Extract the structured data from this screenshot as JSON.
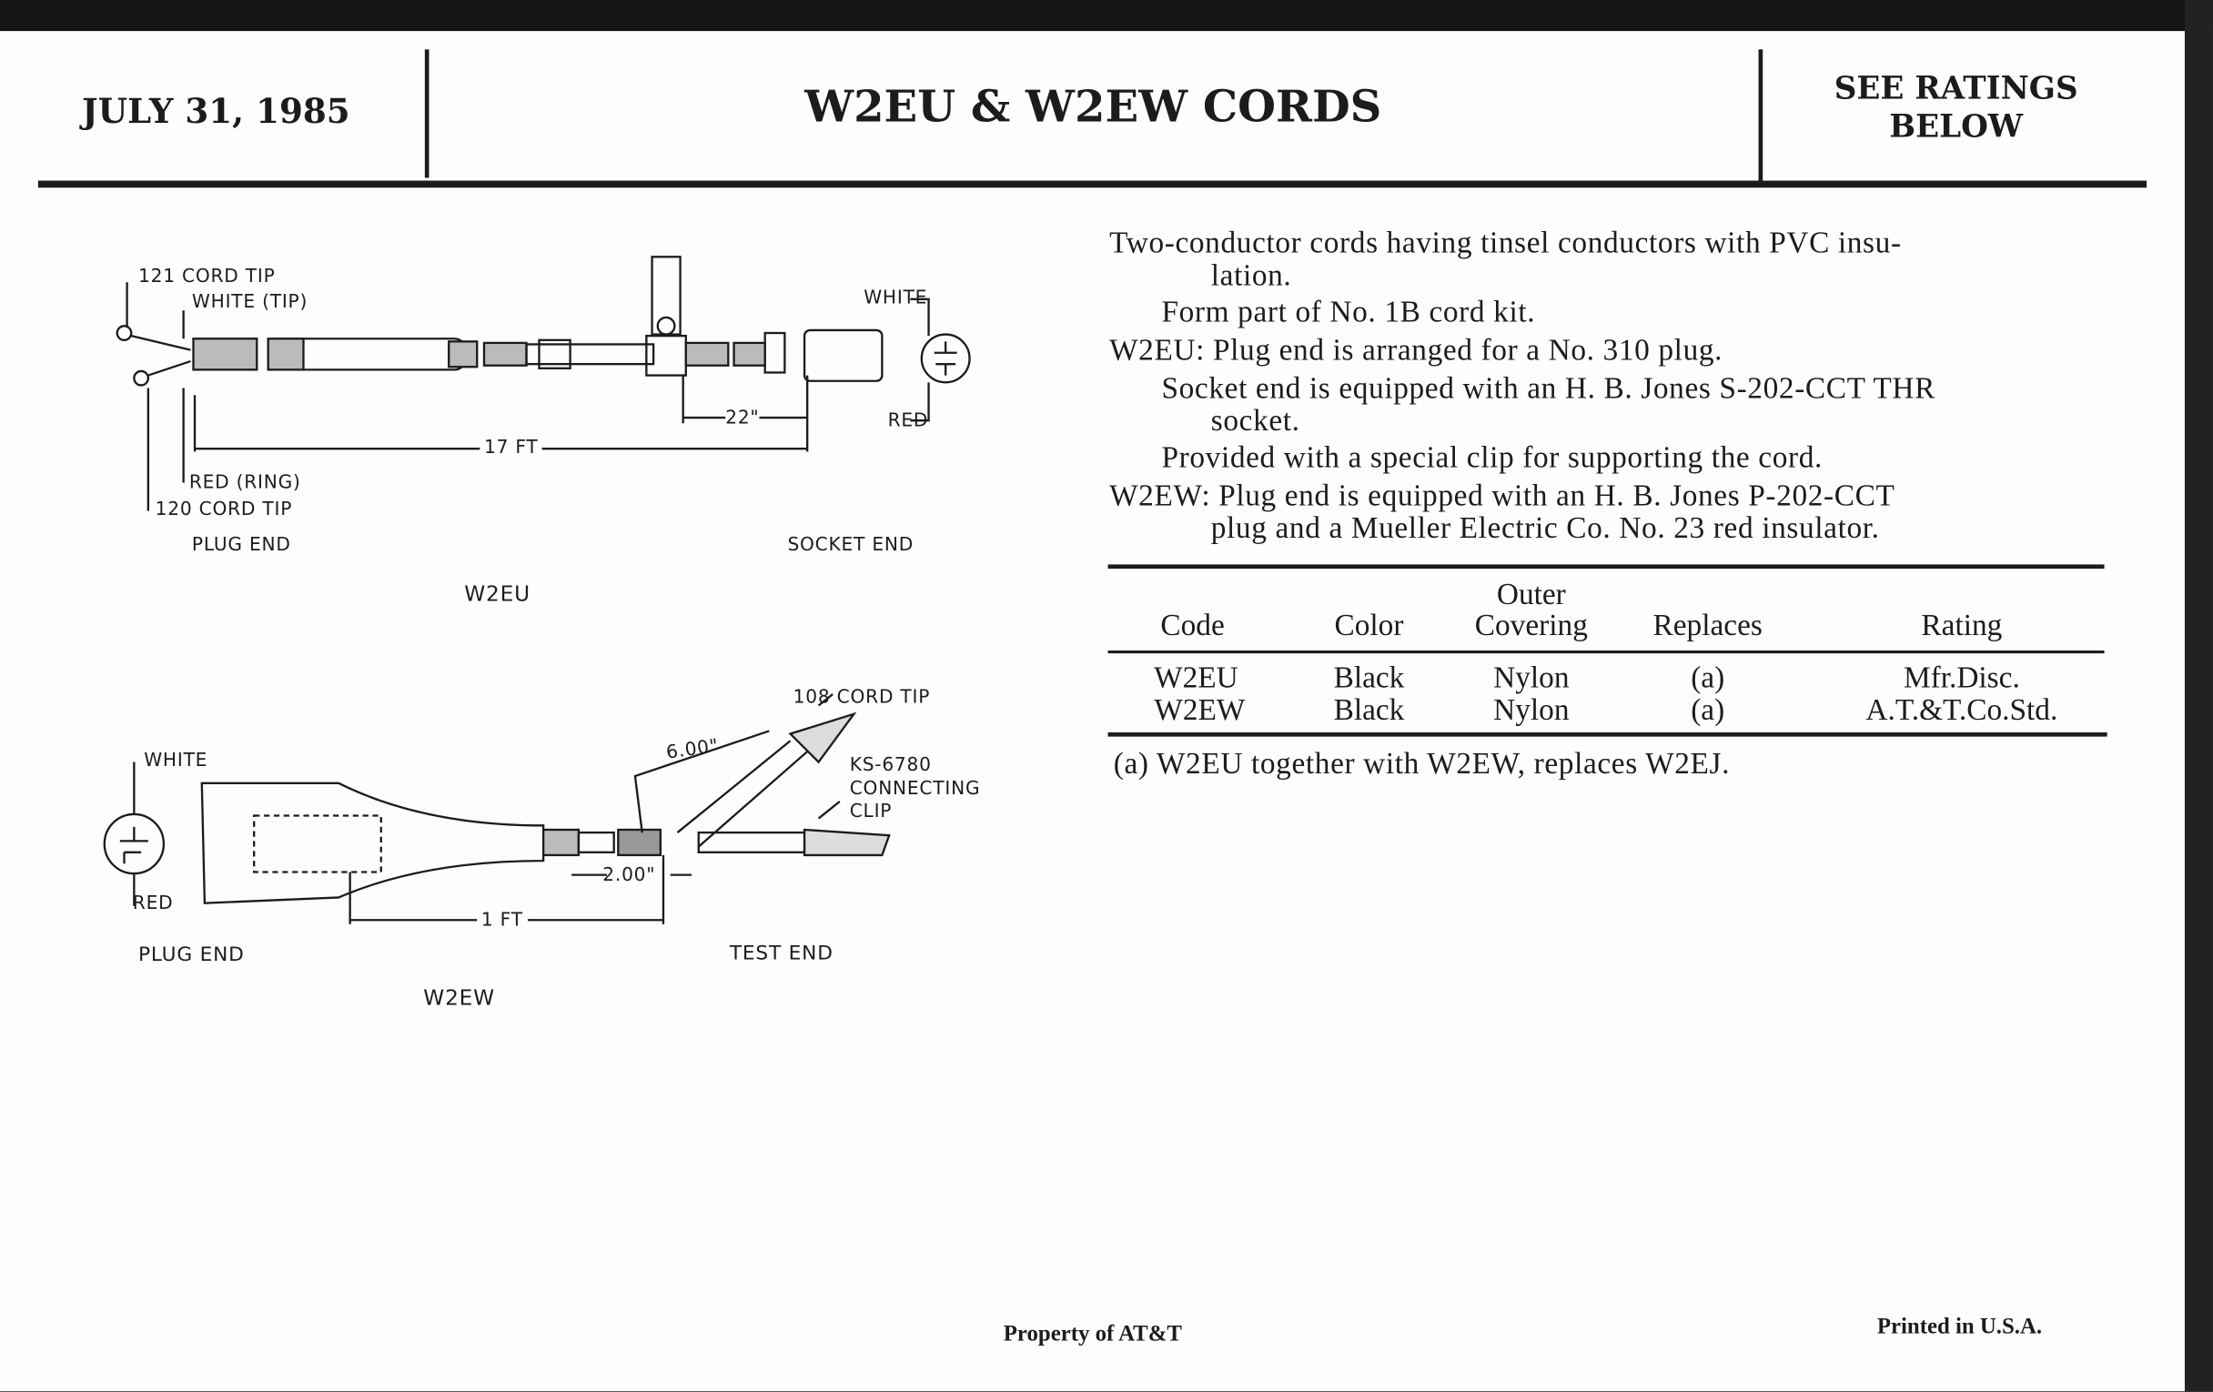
{
  "header": {
    "date": "JULY 31, 1985",
    "title": "W2EU & W2EW CORDS",
    "ratings_line1": "SEE RATINGS",
    "ratings_line2": "BELOW"
  },
  "diagram_w2eu": {
    "labels": {
      "cord_tip_121": "121 CORD TIP",
      "white_tip": "WHITE (TIP)",
      "white": "WHITE",
      "red": "RED",
      "dim_22": "22\"",
      "dim_17ft": "17 FT",
      "red_ring": "RED (RING)",
      "cord_tip_120": "120 CORD TIP",
      "plug_end": "PLUG  END",
      "socket_end": "SOCKET END",
      "caption": "W2EU"
    }
  },
  "diagram_w2ew": {
    "labels": {
      "cord_tip_108": "108 CORD TIP",
      "dim_600": "6.00\"",
      "ks": "KS-6780",
      "connecting": "CONNECTING",
      "clip": "CLIP",
      "white": "WHITE",
      "red": "RED",
      "dim_200": "2.00\"",
      "dim_1ft": "1 FT",
      "plug_end": "PLUG END",
      "test_end": "TEST END",
      "caption": "W2EW"
    }
  },
  "description": [
    "Two-conductor cords having tinsel conductors with PVC insu-",
    "lation.",
    "Form part of No. 1B cord kit.",
    "W2EU:  Plug end is arranged for a No. 310 plug.",
    "Socket end is equipped with an H. B. Jones S-202-CCT THR",
    "socket.",
    "Provided with a special clip for supporting the cord.",
    "W2EW:  Plug end is equipped with an H. B. Jones P-202-CCT",
    "plug and a Mueller Electric Co. No. 23 red insulator."
  ],
  "table": {
    "headers": [
      "Code",
      "Color",
      "Outer",
      "Covering",
      "Replaces",
      "Rating"
    ],
    "rows": [
      [
        "W2EU",
        "Black",
        "Nylon",
        "(a)",
        "Mfr.Disc."
      ],
      [
        "W2EW",
        "Black",
        "Nylon",
        "(a)",
        "A.T.&T.Co.Std."
      ]
    ],
    "footnote": "(a)  W2EU together with W2EW, replaces W2EJ."
  },
  "footer": {
    "property": "Property of AT&T",
    "printed": "Printed in U.S.A."
  }
}
